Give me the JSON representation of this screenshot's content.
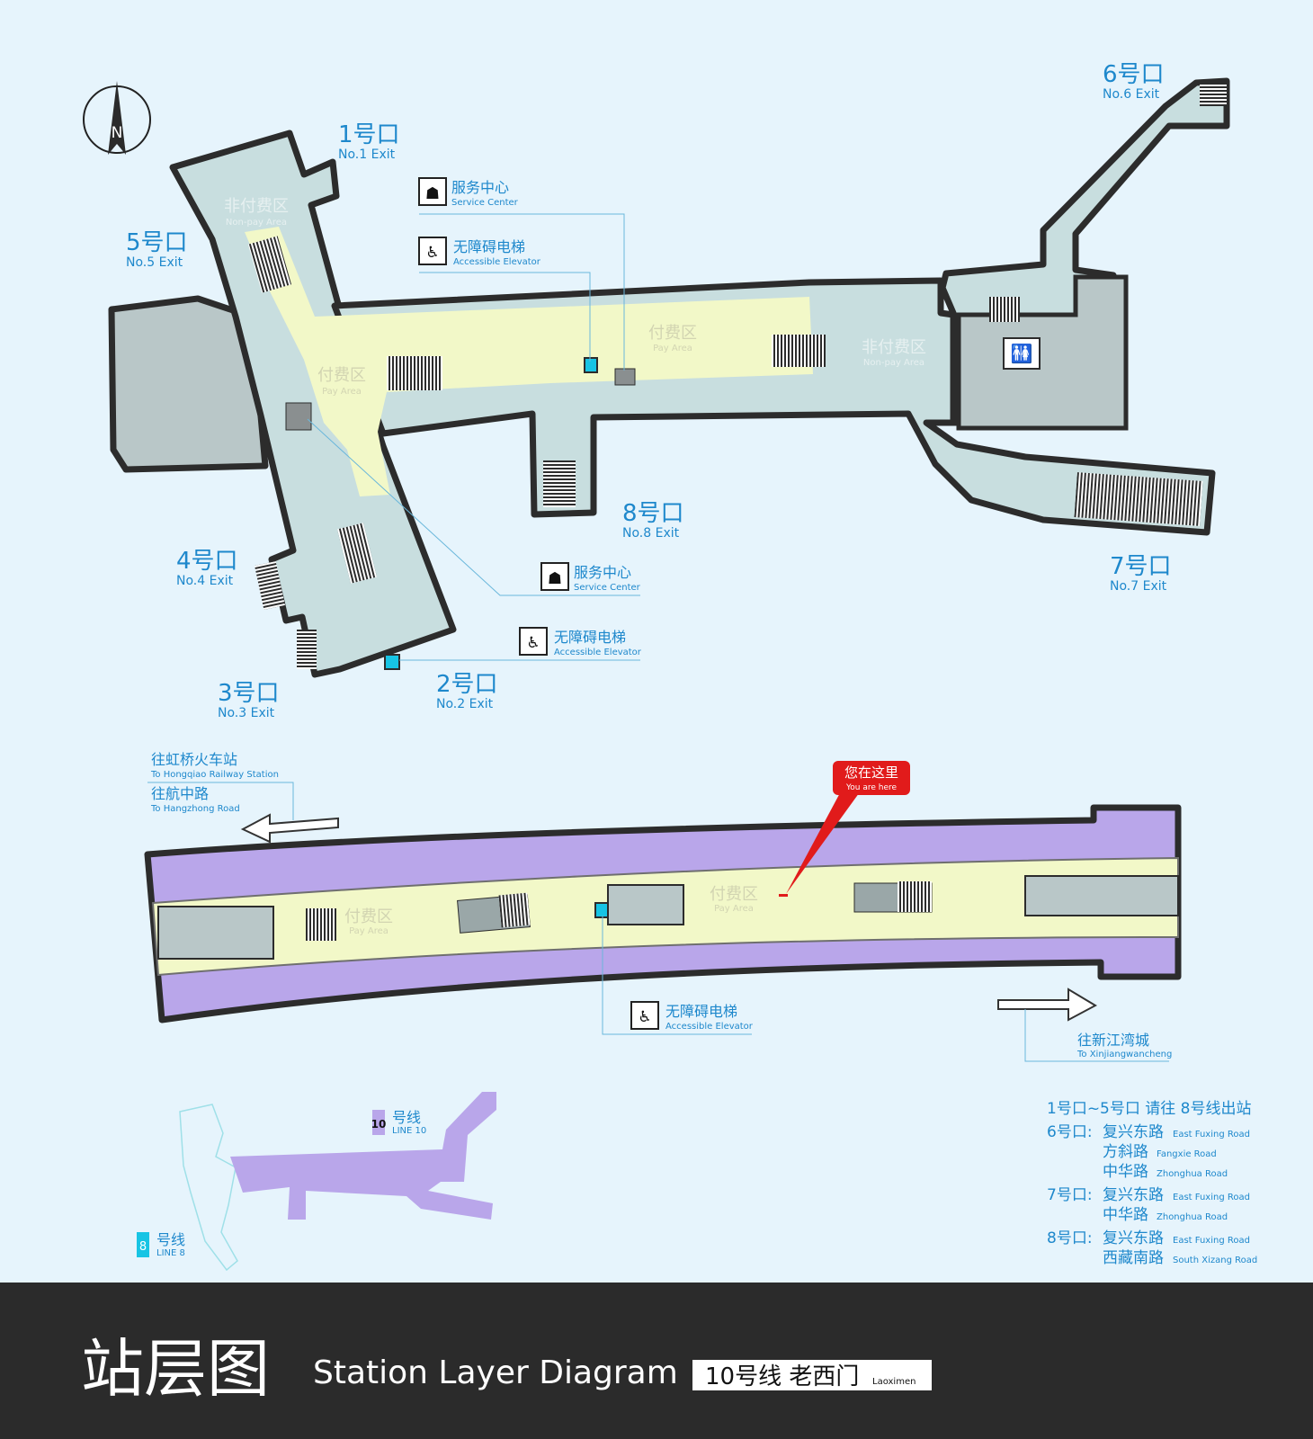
{
  "compass": {
    "label": "N"
  },
  "exits": [
    {
      "id": "1",
      "cn": "1号口",
      "en": "No.1 Exit"
    },
    {
      "id": "2",
      "cn": "2号口",
      "en": "No.2 Exit"
    },
    {
      "id": "3",
      "cn": "3号口",
      "en": "No.3 Exit"
    },
    {
      "id": "4",
      "cn": "4号口",
      "en": "No.4 Exit"
    },
    {
      "id": "5",
      "cn": "5号口",
      "en": "No.5 Exit"
    },
    {
      "id": "6",
      "cn": "6号口",
      "en": "No.6 Exit"
    },
    {
      "id": "7",
      "cn": "7号口",
      "en": "No.7 Exit"
    },
    {
      "id": "8",
      "cn": "8号口",
      "en": "No.8 Exit"
    }
  ],
  "areas": {
    "pay_cn": "付费区",
    "pay_en": "Pay Area",
    "nonpay_cn": "非付费区",
    "nonpay_en": "Non-pay Area"
  },
  "facilities": {
    "service_cn": "服务中心",
    "service_en": "Service Center",
    "elevator_cn": "无障碍电梯",
    "elevator_en": "Accessible Elevator"
  },
  "you_are_here": {
    "cn": "您在这里",
    "en": "You are here"
  },
  "directions": {
    "west_1_cn": "往虹桥火车站",
    "west_1_en": "To Hongqiao Railway Station",
    "west_2_cn": "往航中路",
    "west_2_en": "To Hangzhong Road",
    "east_cn": "往新江湾城",
    "east_en": "To Xinjiangwancheng"
  },
  "lines": {
    "line10_num": "10",
    "line10_cn": "号线",
    "line10_en": "LINE 10",
    "line8_num": "8",
    "line8_cn": "号线",
    "line8_en": "LINE 8"
  },
  "exit_notes": {
    "note": "1号口~5号口 请往 8号线出站",
    "rows": [
      {
        "exit": "6号口:",
        "cn": "复兴东路",
        "en": "East Fuxing Road"
      },
      {
        "exit": "",
        "cn": "方斜路",
        "en": "Fangxie Road"
      },
      {
        "exit": "",
        "cn": "中华路",
        "en": "Zhonghua Road"
      },
      {
        "exit": "7号口:",
        "cn": "复兴东路",
        "en": "East Fuxing Road"
      },
      {
        "exit": "",
        "cn": "中华路",
        "en": "Zhonghua Road"
      },
      {
        "exit": "8号口:",
        "cn": "复兴东路",
        "en": "East Fuxing Road"
      },
      {
        "exit": "",
        "cn": "西藏南路",
        "en": "South Xizang Road"
      }
    ]
  },
  "footer": {
    "title_cn": "站层图",
    "title_en": "Station  Layer  Diagram",
    "station": "10号线 老西门",
    "station_en": "Laoximen"
  },
  "colors": {
    "background": "#e6f4fc",
    "label_blue": "#1e88cc",
    "pay_area": "#f2f8c8",
    "concourse": "#c8dedf",
    "platform_track": "#b9a6ea",
    "wall": "#2c2c2c",
    "elevator": "#17c4e4",
    "marker_red": "#e11b1b",
    "footer_bg": "#2b2b2b"
  }
}
